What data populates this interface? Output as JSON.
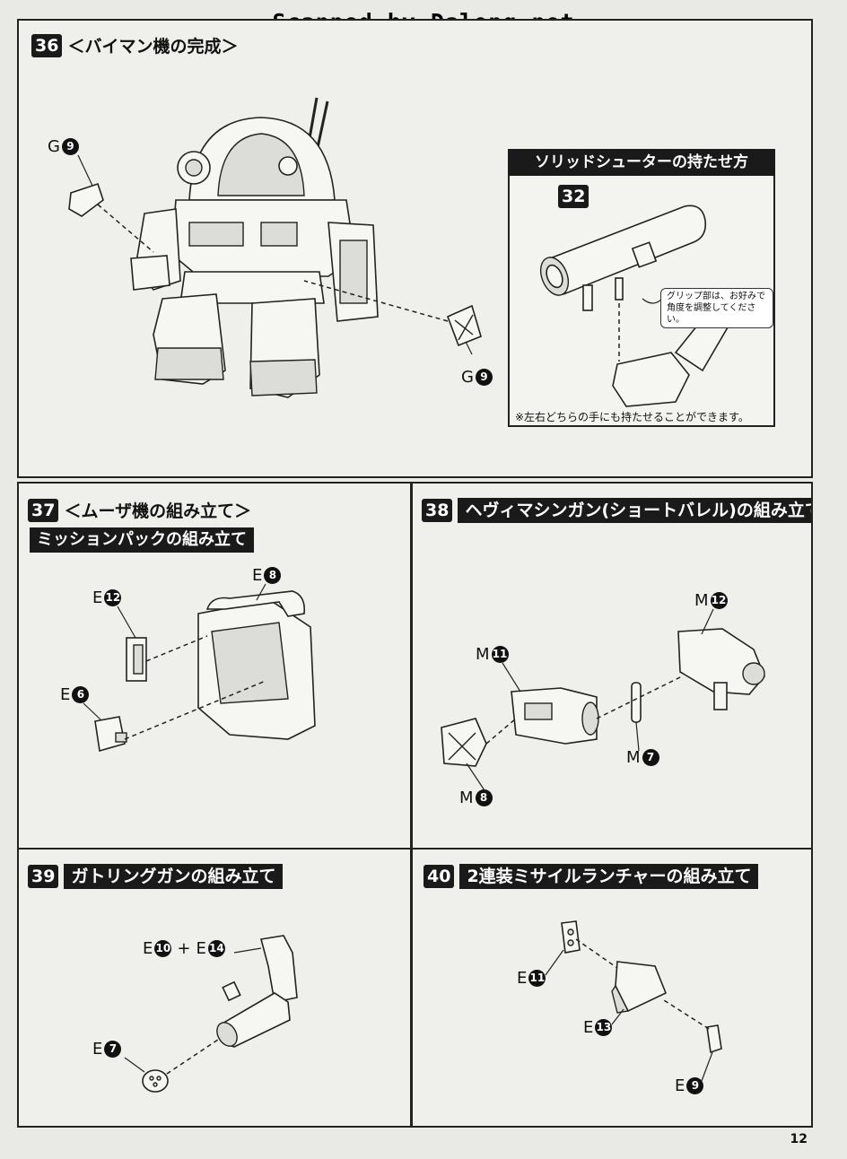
{
  "watermark": "Scanned by Dalong.net",
  "page_number": "12",
  "steps": {
    "s36": {
      "number": "36",
      "title": "＜バイマン機の完成＞",
      "labels": [
        {
          "letter": "G",
          "num": "9"
        },
        {
          "letter": "G",
          "num": "9"
        }
      ],
      "inset": {
        "title": "ソリッドシューターの持たせ方",
        "step_number": "32",
        "note": "グリップ部は、お好みで\n角度を調整してください。",
        "footnote": "※左右どちらの手にも持たせることができます。"
      }
    },
    "s37": {
      "number": "37",
      "title": "＜ムーザ機の組み立て＞",
      "subtitle": "ミッションパックの組み立て",
      "labels": [
        {
          "letter": "E",
          "num": "8"
        },
        {
          "letter": "E",
          "num": "12"
        },
        {
          "letter": "E",
          "num": "6"
        }
      ]
    },
    "s38": {
      "number": "38",
      "title": "ヘヴィマシンガン(ショートバレル)の組み立て",
      "labels": [
        {
          "letter": "M",
          "num": "12"
        },
        {
          "letter": "M",
          "num": "11"
        },
        {
          "letter": "M",
          "num": "7"
        },
        {
          "letter": "M",
          "num": "8"
        }
      ]
    },
    "s39": {
      "number": "39",
      "title": "ガトリングガンの組み立て",
      "labels": [
        {
          "letter": "E",
          "num": "10",
          "plus": "+",
          "letter2": "E",
          "num2": "14"
        },
        {
          "letter": "E",
          "num": "7"
        }
      ]
    },
    "s40": {
      "number": "40",
      "title": "2連装ミサイルランチャーの組み立て",
      "labels": [
        {
          "letter": "E",
          "num": "11"
        },
        {
          "letter": "E",
          "num": "13"
        },
        {
          "letter": "E",
          "num": "9"
        }
      ]
    }
  }
}
